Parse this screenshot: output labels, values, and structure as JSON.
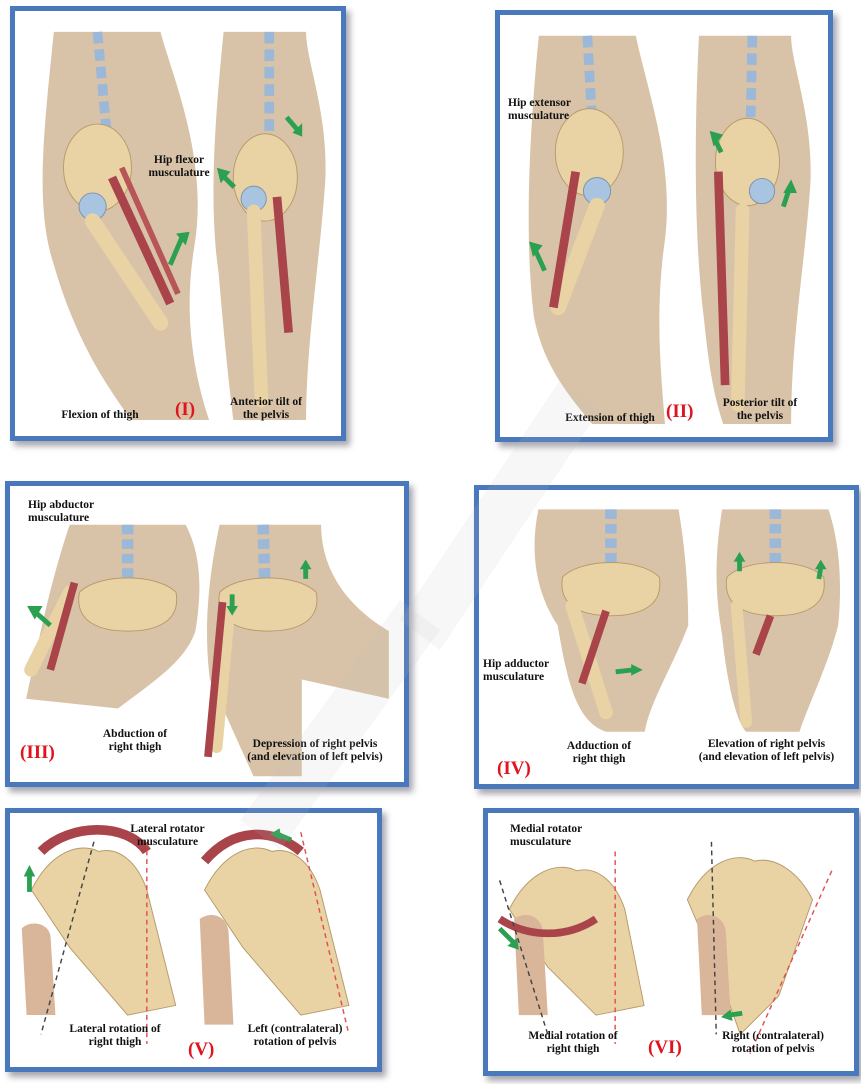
{
  "colors": {
    "frame": "#4a78bd",
    "roman_numeral": "#e0141e",
    "arrow": "#2aa050",
    "muscle": "#a9444a",
    "bone": "#e9d3a5",
    "skin": "#d9c3a8"
  },
  "panels": [
    {
      "id": "I",
      "numeral": "(I)",
      "labels": [
        "Hip flexor\nmusculature"
      ],
      "caption_left": "Flexion of thigh",
      "caption_right": "Anterior tilt of\nthe pelvis"
    },
    {
      "id": "II",
      "numeral": "(II)",
      "labels": [
        "Hip extensor\nmusculature"
      ],
      "caption_left": "Extension of thigh",
      "caption_right": "Posterior tilt of\nthe pelvis"
    },
    {
      "id": "III",
      "numeral": "(III)",
      "labels": [
        "Hip    abductor\nmusculature"
      ],
      "caption_left": "Abduction      of\nright thigh",
      "caption_right": "Depression  of  right  pelvis\n(and elevation of left pelvis)"
    },
    {
      "id": "IV",
      "numeral": "(IV)",
      "labels": [
        "Hip    adductor\nmusculature"
      ],
      "caption_left": "Adduction      of\nright thigh",
      "caption_right": "Elevation  of  right  pelvis\n(and elevation of left pelvis)"
    },
    {
      "id": "V",
      "numeral": "(V)",
      "labels": [
        "Lateral rotator\nmusculature"
      ],
      "caption_left": "Lateral rotation of\nright thigh",
      "caption_right": "Left (contralateral)\nrotation of pelvis"
    },
    {
      "id": "VI",
      "numeral": "(VI)",
      "labels": [
        "Medial  rotator\nmusculature"
      ],
      "caption_left": "Medial rotation of\nright thigh",
      "caption_right": "Right (contralateral)\nrotation of pelvis"
    }
  ]
}
